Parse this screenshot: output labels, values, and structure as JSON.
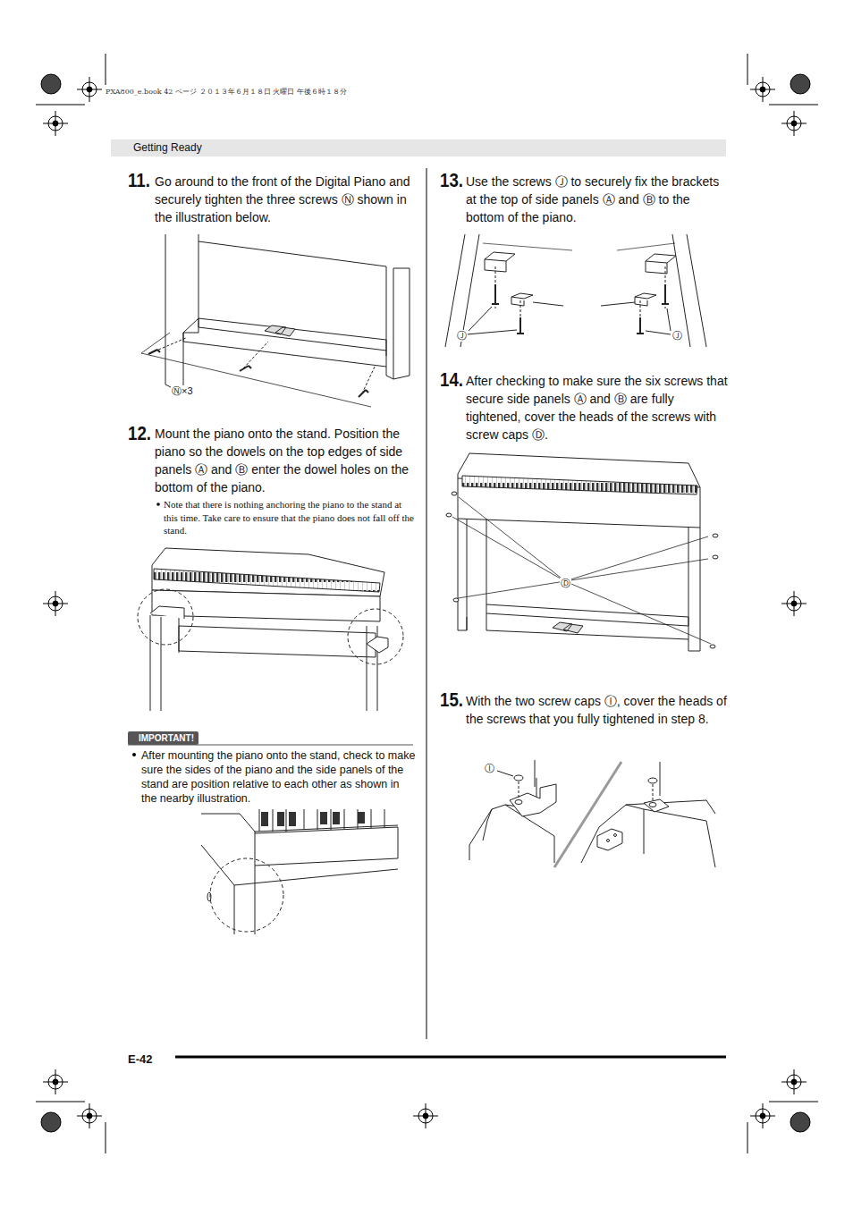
{
  "diagram": {
    "nodes": [
      {
        "text": [
          "Getting Ready"
        ]
      },
      {
        "text": [
          "IMPORTANT!"
        ]
      }
    ],
    "labels": [
      "PXA800_e.book 42 ページ ２０１３年６月１８日 火曜日 午後６時１８分",
      "11.",
      "Go around to the front of the Digital Piano and securely tighten the three screws Ⓝ shown in the illustration below.",
      "Ⓝ×3",
      "12.",
      "Mount the piano onto the stand. Position the piano so the dowels on the top edges of side panels Ⓐ and Ⓑ enter the dowel holes on the bottom of the piano.",
      "Note that there is nothing anchoring the piano to the stand at this time. Take care to ensure that the piano does not fall off the stand.",
      "After mounting the piano onto the stand, check to make sure the sides of the piano and the side panels of the stand are position relative to each other as shown in the nearby illustration.",
      "13.",
      "Use the screws Ⓙ to securely fix the brackets at the top of side panels Ⓐ and Ⓑ to the bottom of the piano.",
      "Ⓙ",
      "Ⓙ",
      "14.",
      "After checking to make sure the six screws that secure side panels Ⓐ and Ⓑ are fully tightened, cover the heads of the screws with screw caps Ⓓ.",
      "Ⓓ",
      "15.",
      "With the two screw caps Ⓘ, cover the heads of the screws that you fully tightened in step 8.",
      "Ⓘ",
      "E-42"
    ]
  }
}
